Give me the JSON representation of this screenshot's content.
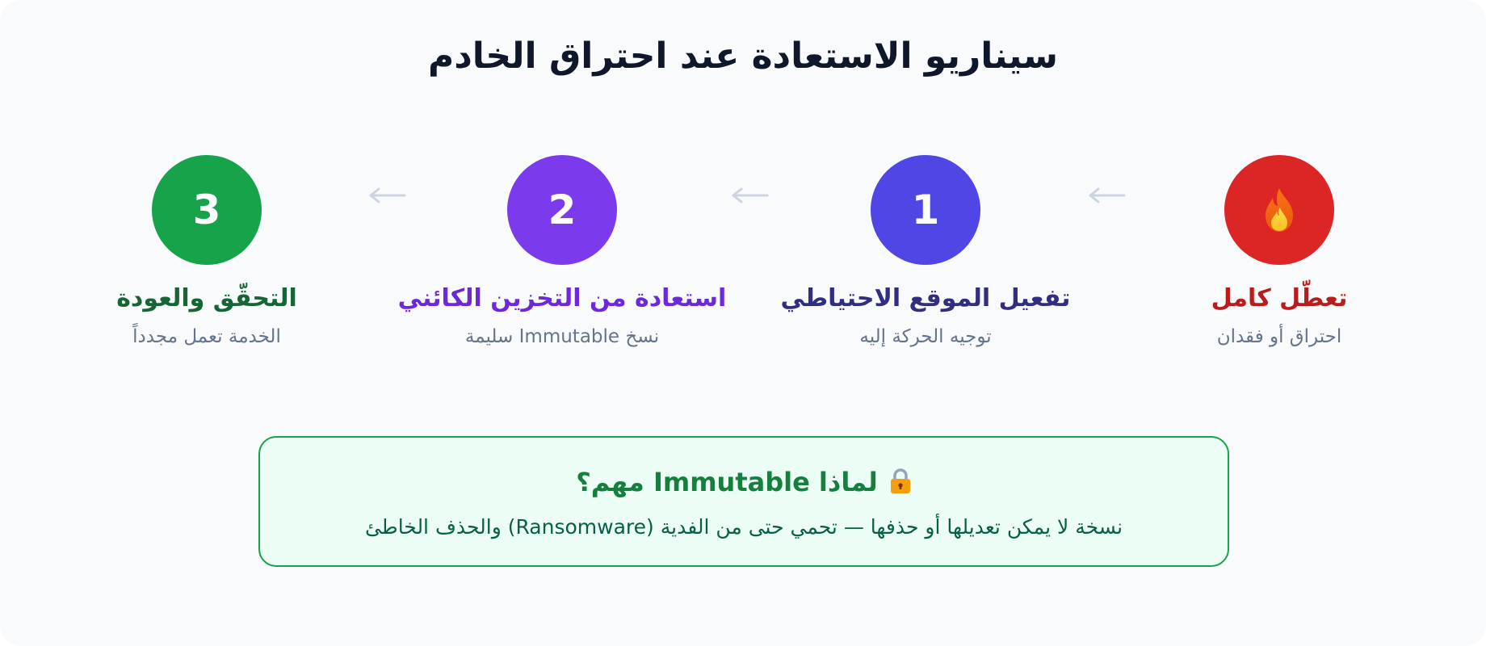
{
  "title": "سيناريو الاستعادة عند احتراق الخادم",
  "steps": [
    {
      "icon": "flame-icon",
      "label": "تعطّل كامل",
      "sub": "احتراق أو فقدان",
      "color": "#dc2626",
      "label_color": "#b91c1c"
    },
    {
      "number": "1",
      "label": "تفعيل الموقع الاحتياطي",
      "sub": "توجيه الحركة إليه",
      "color": "#4f46e5",
      "label_color": "#312e81"
    },
    {
      "number": "2",
      "label": "استعادة من التخزين الكائني",
      "sub": "نسخ Immutable سليمة",
      "color": "#7c3aed",
      "label_color": "#6d28d9"
    },
    {
      "number": "3",
      "label": "التحقّق والعودة",
      "sub": "الخدمة تعمل مجدداً",
      "color": "#16a34a",
      "label_color": "#166534"
    }
  ],
  "arrow_icon": "arrow-left-icon",
  "note": {
    "icon": "lock-icon",
    "heading": "لماذا Immutable مهم؟",
    "body": "نسخة لا يمكن تعديلها أو حذفها — تحمي حتى من الفدية (Ransomware) والحذف الخاطئ",
    "border_color": "#16a34a",
    "background": "#ecfdf5"
  }
}
